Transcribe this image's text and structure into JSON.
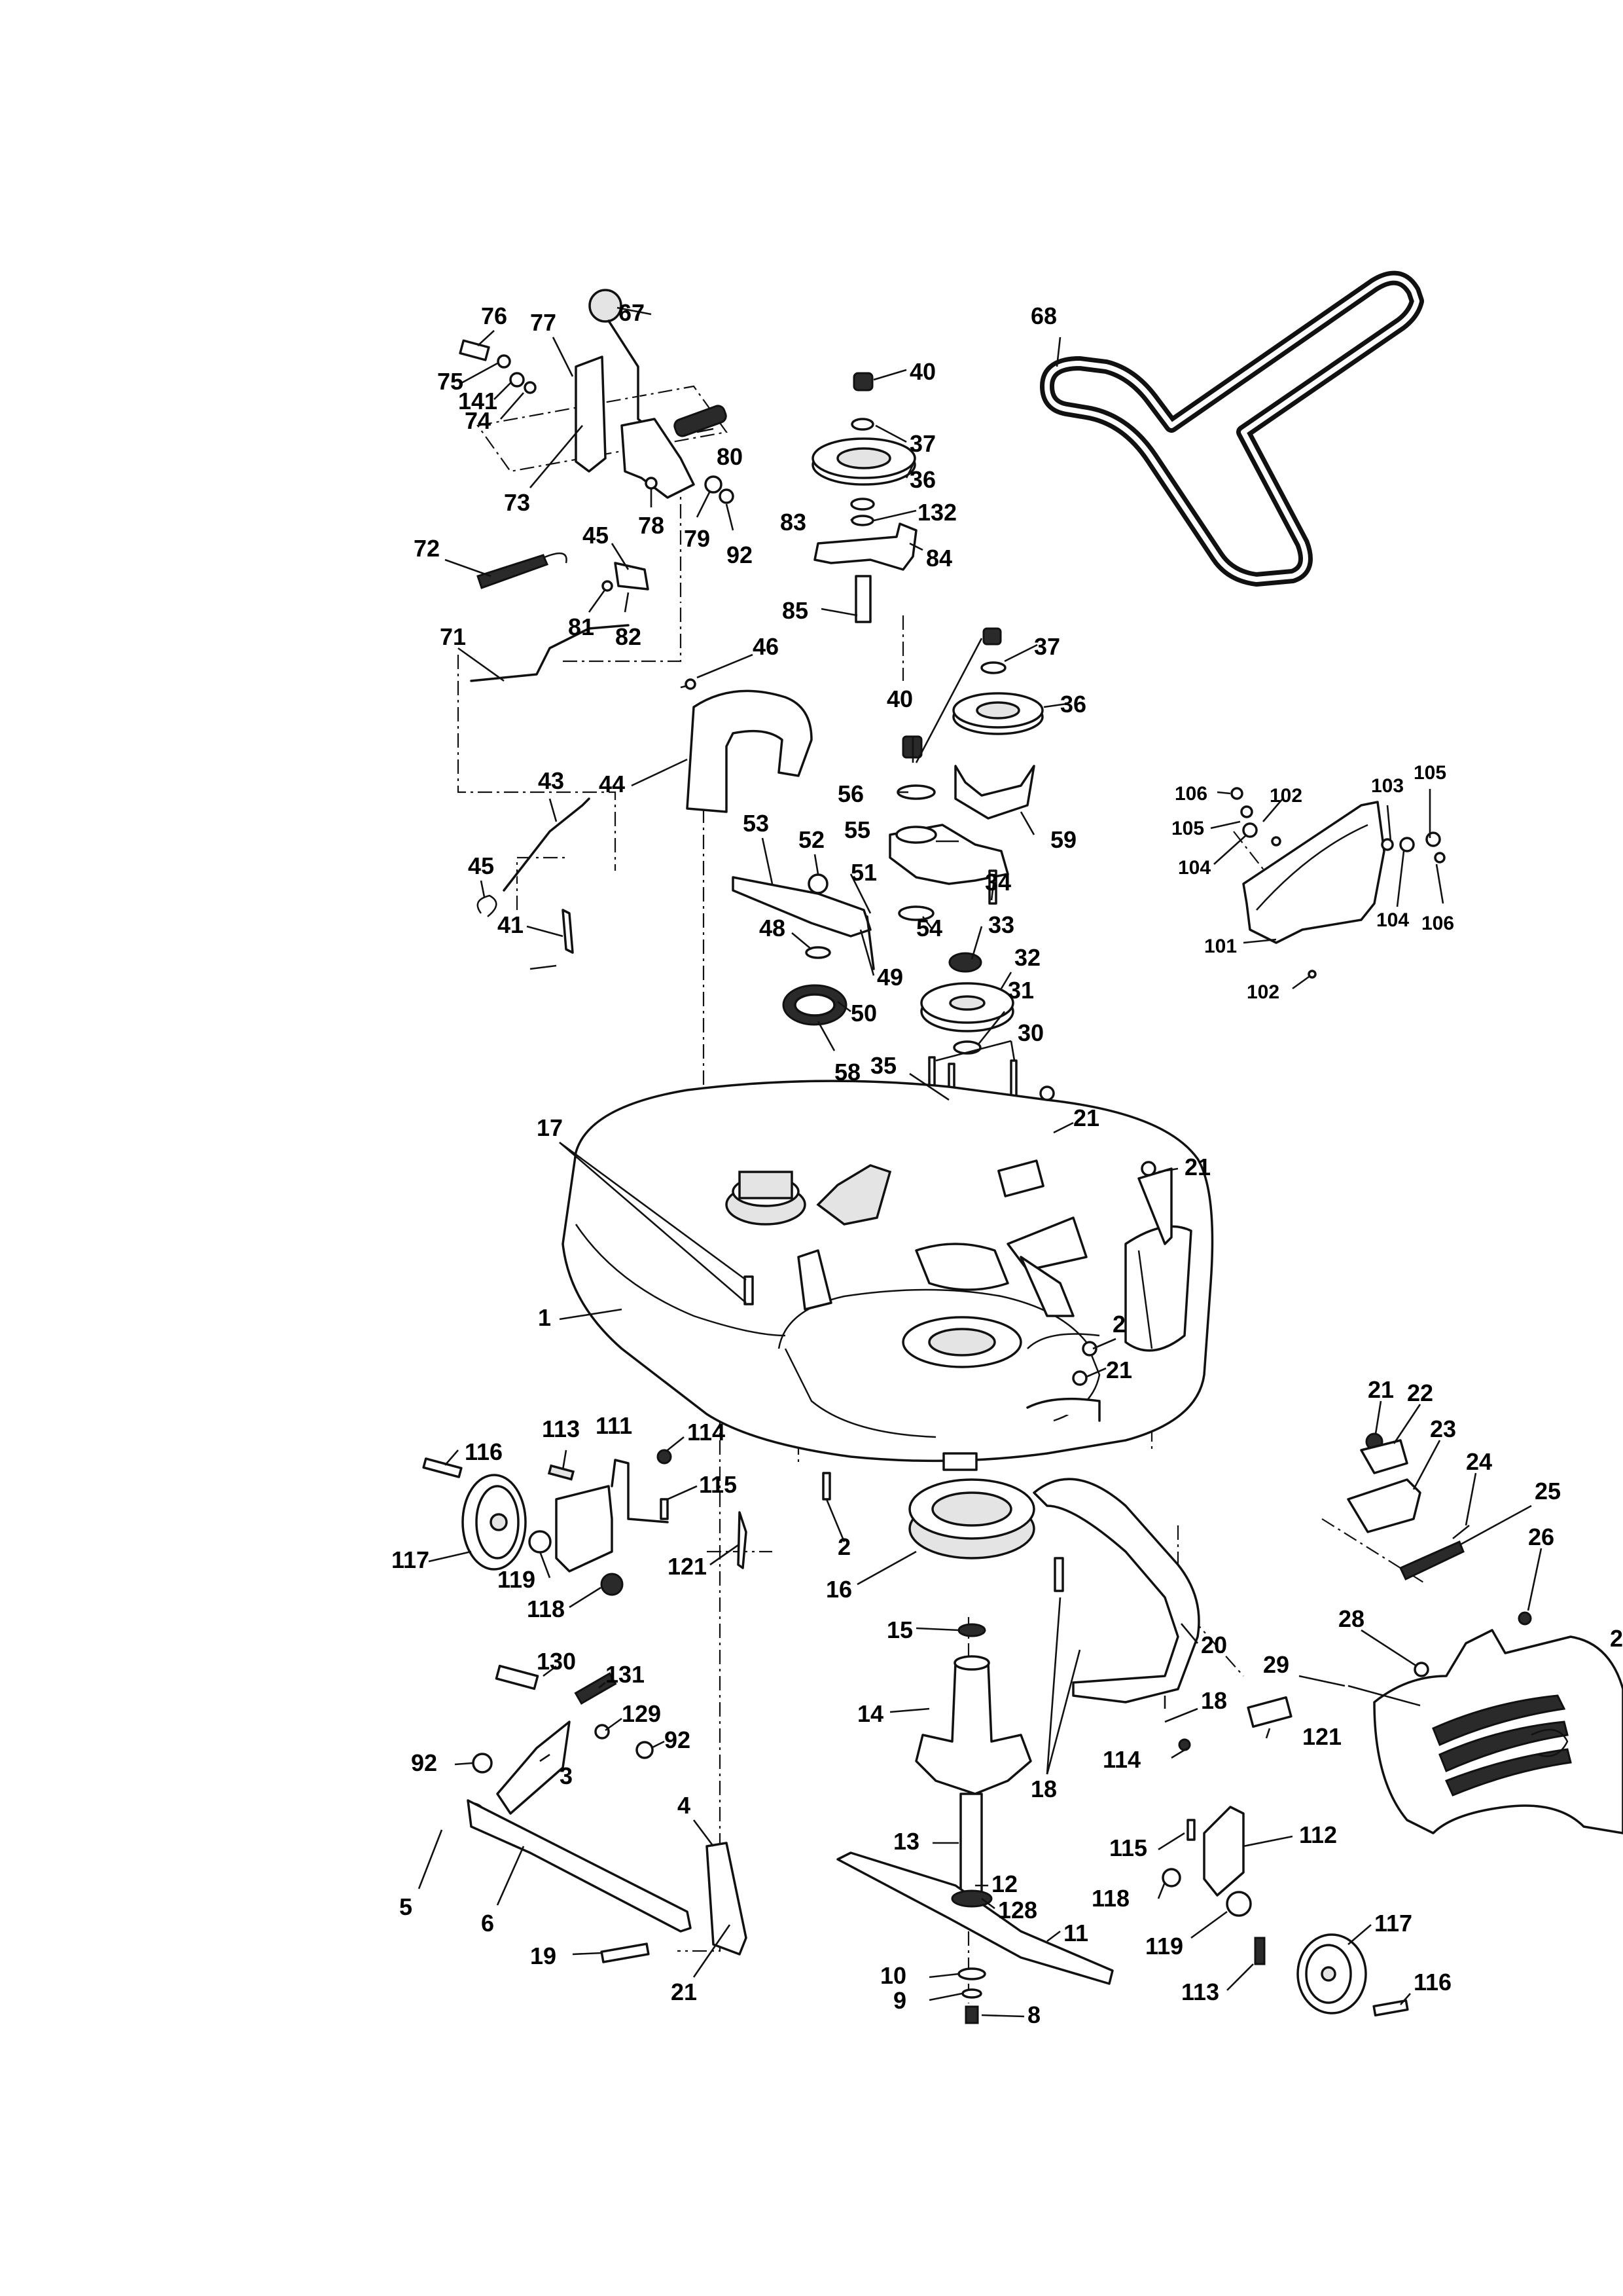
{
  "diagram": {
    "callouts": [
      {
        "id": "c67",
        "text": "67"
      },
      {
        "id": "c76",
        "text": "76"
      },
      {
        "id": "c77",
        "text": "77"
      },
      {
        "id": "c75",
        "text": "75"
      },
      {
        "id": "c141",
        "text": "141"
      },
      {
        "id": "c74",
        "text": "74"
      },
      {
        "id": "c73",
        "text": "73"
      },
      {
        "id": "c78",
        "text": "78"
      },
      {
        "id": "c79",
        "text": "79"
      },
      {
        "id": "c92a",
        "text": "92"
      },
      {
        "id": "c80",
        "text": "80"
      },
      {
        "id": "c72",
        "text": "72"
      },
      {
        "id": "c45a",
        "text": "45"
      },
      {
        "id": "c81",
        "text": "81"
      },
      {
        "id": "c82",
        "text": "82"
      },
      {
        "id": "c71",
        "text": "71"
      },
      {
        "id": "c43",
        "text": "43"
      },
      {
        "id": "c45b",
        "text": "45"
      },
      {
        "id": "c41",
        "text": "41"
      },
      {
        "id": "c46",
        "text": "46"
      },
      {
        "id": "c44",
        "text": "44"
      },
      {
        "id": "c53",
        "text": "53"
      },
      {
        "id": "c52",
        "text": "52"
      },
      {
        "id": "c51",
        "text": "51"
      },
      {
        "id": "c48",
        "text": "48"
      },
      {
        "id": "c49",
        "text": "49"
      },
      {
        "id": "c50",
        "text": "50"
      },
      {
        "id": "c58",
        "text": "58"
      },
      {
        "id": "c40a",
        "text": "40"
      },
      {
        "id": "c37a",
        "text": "37"
      },
      {
        "id": "c36a",
        "text": "36"
      },
      {
        "id": "c83",
        "text": "83"
      },
      {
        "id": "c132",
        "text": "132"
      },
      {
        "id": "c84",
        "text": "84"
      },
      {
        "id": "c85",
        "text": "85"
      },
      {
        "id": "c68",
        "text": "68"
      },
      {
        "id": "c37b",
        "text": "37"
      },
      {
        "id": "c40b",
        "text": "40"
      },
      {
        "id": "c36b",
        "text": "36"
      },
      {
        "id": "c56",
        "text": "56"
      },
      {
        "id": "c55",
        "text": "55"
      },
      {
        "id": "c59",
        "text": "59"
      },
      {
        "id": "c34",
        "text": "34"
      },
      {
        "id": "c54",
        "text": "54"
      },
      {
        "id": "c33",
        "text": "33"
      },
      {
        "id": "c32",
        "text": "32"
      },
      {
        "id": "c31",
        "text": "31"
      },
      {
        "id": "c30",
        "text": "30"
      },
      {
        "id": "c35",
        "text": "35"
      },
      {
        "id": "c21a",
        "text": "21"
      },
      {
        "id": "c21b",
        "text": "21"
      },
      {
        "id": "c106a",
        "text": "106"
      },
      {
        "id": "c102a",
        "text": "102"
      },
      {
        "id": "c103",
        "text": "103"
      },
      {
        "id": "c105a",
        "text": "105"
      },
      {
        "id": "c105b",
        "text": "105"
      },
      {
        "id": "c104a",
        "text": "104"
      },
      {
        "id": "c104b",
        "text": "104"
      },
      {
        "id": "c106b",
        "text": "106"
      },
      {
        "id": "c101",
        "text": "101"
      },
      {
        "id": "c102b",
        "text": "102"
      },
      {
        "id": "c17",
        "text": "17"
      },
      {
        "id": "c1",
        "text": "1"
      },
      {
        "id": "c2a",
        "text": "2"
      },
      {
        "id": "c21c",
        "text": "21"
      },
      {
        "id": "c113a",
        "text": "113"
      },
      {
        "id": "c111",
        "text": "111"
      },
      {
        "id": "c114a",
        "text": "114"
      },
      {
        "id": "c116a",
        "text": "116"
      },
      {
        "id": "c115a",
        "text": "115"
      },
      {
        "id": "c117a",
        "text": "117"
      },
      {
        "id": "c119a",
        "text": "119"
      },
      {
        "id": "c121a",
        "text": "121"
      },
      {
        "id": "c118a",
        "text": "118"
      },
      {
        "id": "c2b",
        "text": "2"
      },
      {
        "id": "c16",
        "text": "16"
      },
      {
        "id": "c15",
        "text": "15"
      },
      {
        "id": "c20",
        "text": "20"
      },
      {
        "id": "c14",
        "text": "14"
      },
      {
        "id": "c18a",
        "text": "18"
      },
      {
        "id": "c18b",
        "text": "18"
      },
      {
        "id": "c114b",
        "text": "114"
      },
      {
        "id": "c121b",
        "text": "121"
      },
      {
        "id": "c21d",
        "text": "21"
      },
      {
        "id": "c22",
        "text": "22"
      },
      {
        "id": "c23",
        "text": "23"
      },
      {
        "id": "c24",
        "text": "24"
      },
      {
        "id": "c25",
        "text": "25"
      },
      {
        "id": "c26",
        "text": "26"
      },
      {
        "id": "c28",
        "text": "28"
      },
      {
        "id": "c29",
        "text": "29"
      },
      {
        "id": "c27",
        "text": "2"
      },
      {
        "id": "c130",
        "text": "130"
      },
      {
        "id": "c131",
        "text": "131"
      },
      {
        "id": "c129",
        "text": "129"
      },
      {
        "id": "c92b",
        "text": "92"
      },
      {
        "id": "c92c",
        "text": "92"
      },
      {
        "id": "c3",
        "text": "3"
      },
      {
        "id": "c4",
        "text": "4"
      },
      {
        "id": "c5",
        "text": "5"
      },
      {
        "id": "c6",
        "text": "6"
      },
      {
        "id": "c19",
        "text": "19"
      },
      {
        "id": "c21e",
        "text": "21"
      },
      {
        "id": "c13",
        "text": "13"
      },
      {
        "id": "c12",
        "text": "12"
      },
      {
        "id": "c128",
        "text": "128"
      },
      {
        "id": "c11",
        "text": "11"
      },
      {
        "id": "c10",
        "text": "10"
      },
      {
        "id": "c9",
        "text": "9"
      },
      {
        "id": "c8",
        "text": "8"
      },
      {
        "id": "c115b",
        "text": "115"
      },
      {
        "id": "c112",
        "text": "112"
      },
      {
        "id": "c118b",
        "text": "118"
      },
      {
        "id": "c119b",
        "text": "119"
      },
      {
        "id": "c117b",
        "text": "117"
      },
      {
        "id": "c113b",
        "text": "113"
      },
      {
        "id": "c116b",
        "text": "116"
      }
    ]
  }
}
